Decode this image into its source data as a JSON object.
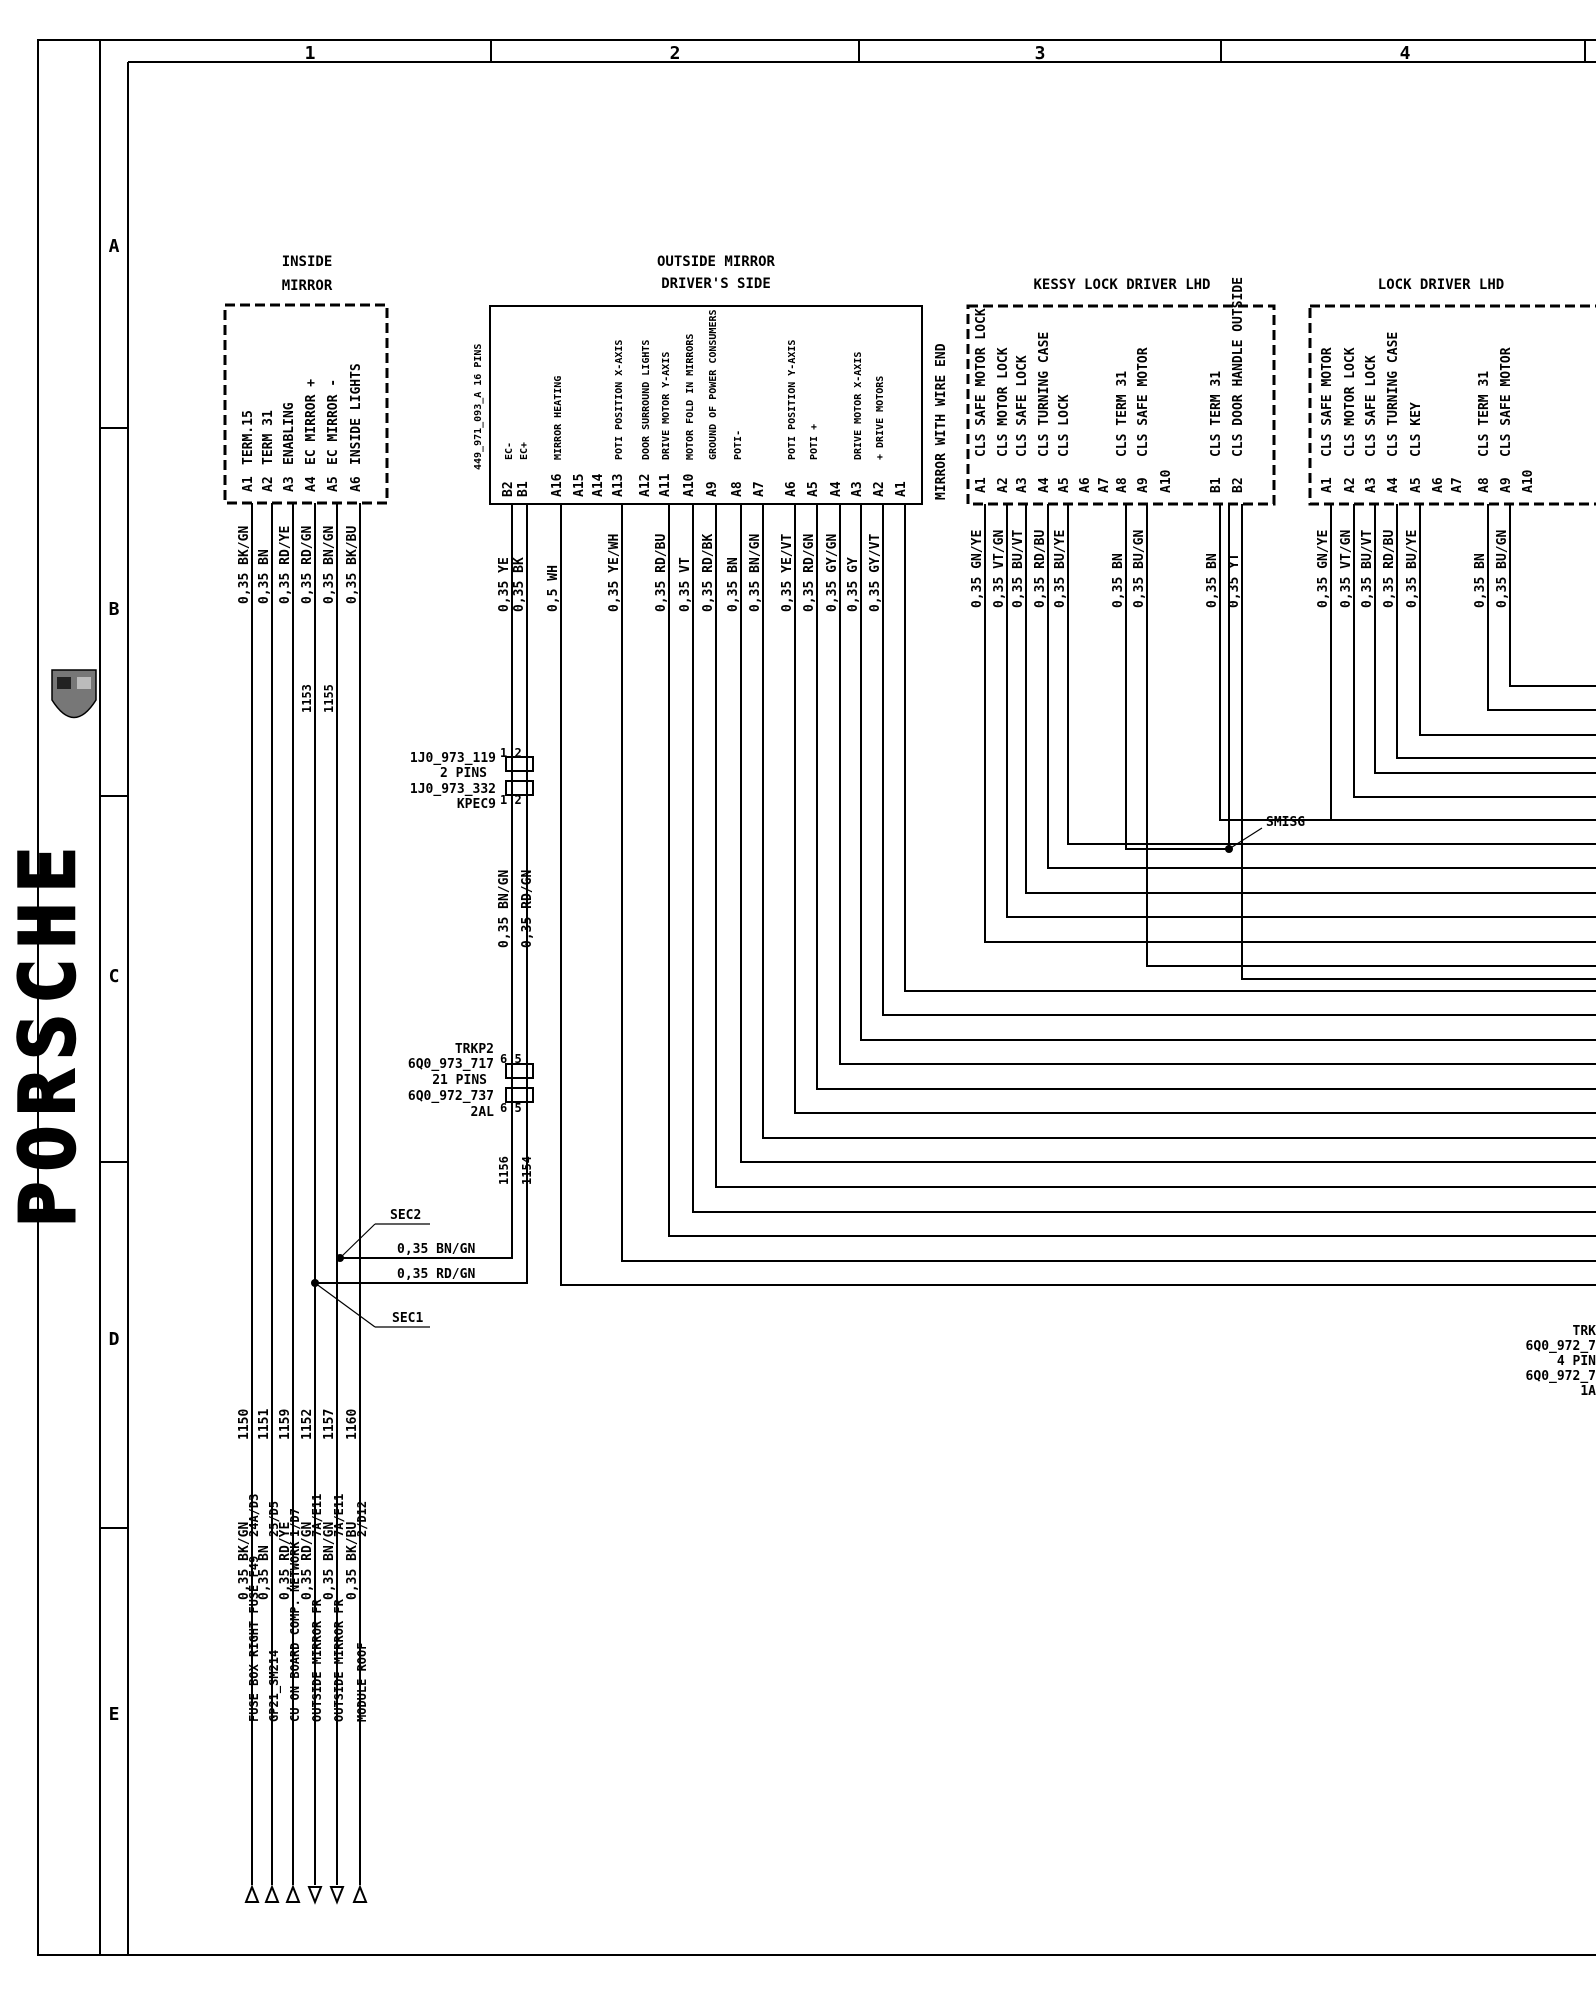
{
  "frame": {
    "columns": [
      "1",
      "2",
      "3",
      "4"
    ],
    "rows": [
      "A",
      "B",
      "C",
      "D",
      "E"
    ]
  },
  "logo": {
    "text": "PORSCHE"
  },
  "inside_mirror": {
    "title": [
      "INSIDE",
      "MIRROR"
    ],
    "pins": [
      {
        "pin": "A1",
        "label": "TERM.15",
        "wire": "0,35 BK/GN",
        "num": "1150",
        "dest_wire": "0,35 BK/GN",
        "dest": "FUSE BOX RIGHT FUSE F49",
        "ref": "24A/D3"
      },
      {
        "pin": "A2",
        "label": "TERM 31",
        "wire": "0,35 BN",
        "num": "1151",
        "dest_wire": "0,35 BN",
        "dest": "GP21_SM214",
        "ref": "25/D5"
      },
      {
        "pin": "A3",
        "label": "ENABLING",
        "wire": "0,35 RD/YE",
        "num": "1159",
        "dest_wire": "0,35 RD/YE",
        "dest": "CU ON BOARD COMP. NETWORK",
        "ref": "1/D7"
      },
      {
        "pin": "A4",
        "label": "EC MIRROR +",
        "wire": "0,35 RD/GN",
        "num": "1152",
        "dest_wire": "0,35 RD/GN",
        "dest": "OUTSIDE MIRROR FR",
        "ref": "7A/E11"
      },
      {
        "pin": "A5",
        "label": "EC MIRROR -",
        "wire": "0,35 BN/GN",
        "num": "1157",
        "dest_wire": "0,35 BN/GN",
        "dest": "OUTSIDE MIRROR FR",
        "ref": "7A/E11"
      },
      {
        "pin": "A6",
        "label": "INSIDE LIGHTS",
        "wire": "0,35 BK/BU",
        "num": "1160",
        "dest_wire": "0,35 BK/BU",
        "dest": "MODULE ROOF",
        "ref": "2/D12"
      }
    ],
    "mid_numbers": [
      "1153",
      "1155"
    ]
  },
  "outside_mirror": {
    "title": [
      "OUTSIDE MIRROR",
      "DRIVER'S SIDE"
    ],
    "part_no": "449_971_093_A  16  PINS",
    "side_note": "MIRROR WITH WIRE END",
    "pins": [
      {
        "pin": "B2",
        "label": "EC-",
        "wire": "0,35 YE"
      },
      {
        "pin": "B1",
        "label": "EC+",
        "wire": "0,35 BK"
      },
      {
        "pin": "A16",
        "label": "MIRROR HEATING",
        "wire": "0,5 WH"
      },
      {
        "pin": "A15",
        "label": "",
        "wire": ""
      },
      {
        "pin": "A14",
        "label": "",
        "wire": ""
      },
      {
        "pin": "A13",
        "label": "POTI POSITION X-AXIS",
        "wire": "0,35 YE/WH"
      },
      {
        "pin": "A12",
        "label": "DOOR SURROUND LIGHTS",
        "wire": ""
      },
      {
        "pin": "A11",
        "label": "DRIVE MOTOR Y-AXIS",
        "wire": "0,35 RD/BU"
      },
      {
        "pin": "A10",
        "label": "MOTOR FOLD IN MIRRORS",
        "wire": "0,35 VT"
      },
      {
        "pin": "A9",
        "label": "GROUND OF POWER CONSUMERS",
        "wire": "0,35 RD/BK"
      },
      {
        "pin": "A8",
        "label": "POTI-",
        "wire": "0,35 BN"
      },
      {
        "pin": "A7",
        "label": "",
        "wire": "0,35 BN/GN"
      },
      {
        "pin": "A6",
        "label": "POTI POSITION Y-AXIS",
        "wire": "0,35 YE/VT"
      },
      {
        "pin": "A5",
        "label": "POTI +",
        "wire": "0,35 RD/GN"
      },
      {
        "pin": "A4",
        "label": "",
        "wire": "0,35 GY/GN"
      },
      {
        "pin": "A3",
        "label": "DRIVE MOTOR X-AXIS",
        "wire": "0,35 GY"
      },
      {
        "pin": "A2",
        "label": "+ DRIVE MOTORS",
        "wire": "0,35 GY/VT"
      },
      {
        "pin": "A1",
        "label": "",
        "wire": ""
      }
    ]
  },
  "connectors": [
    {
      "lines": [
        "1J0_973_119",
        "2 PINS",
        "1J0_973_332",
        "KPEC9"
      ],
      "pins_top": "1  2",
      "pins_bot": "1  2"
    },
    {
      "lines": [
        "TRKP2",
        "6Q0_973_717",
        "21 PINS",
        "6Q0_972_737",
        "2AL"
      ],
      "pins_top": "6  5",
      "pins_bot": "6  5"
    }
  ],
  "mid_wires": [
    "0,35 BN/GN",
    "0,35 RD/GN"
  ],
  "mid_numbers": [
    "1156",
    "1154"
  ],
  "sec": {
    "sec2": "SEC2",
    "sec2_wire": "0,35 BN/GN",
    "sec1": "SEC1",
    "sec1_wire": "0,35 RD/GN"
  },
  "kessy_lock": {
    "title": "KESSY LOCK DRIVER LHD",
    "pins": [
      {
        "pin": "A1",
        "label": "CLS SAFE MOTOR LOCK",
        "wire": "0,35 GN/YE"
      },
      {
        "pin": "A2",
        "label": "CLS MOTOR LOCK",
        "wire": "0,35 VT/GN"
      },
      {
        "pin": "A3",
        "label": "CLS SAFE LOCK",
        "wire": "0,35 BU/VT"
      },
      {
        "pin": "A4",
        "label": "CLS TURNING CASE",
        "wire": "0,35 RD/BU"
      },
      {
        "pin": "A5",
        "label": "CLS LOCK",
        "wire": "0,35 BU/YE"
      },
      {
        "pin": "A6",
        "label": "",
        "wire": ""
      },
      {
        "pin": "A7",
        "label": "",
        "wire": ""
      },
      {
        "pin": "A8",
        "label": "CLS TERM 31",
        "wire": "0,35 BN"
      },
      {
        "pin": "A9",
        "label": "CLS SAFE MOTOR",
        "wire": "0,35 BU/GN"
      },
      {
        "pin": "A10",
        "label": "",
        "wire": ""
      },
      {
        "pin": "B1",
        "label": "CLS TERM 31",
        "wire": "0,35 BN"
      },
      {
        "pin": "B2",
        "label": "CLS DOOR HANDLE OUTSIDE",
        "wire": "0,35 YT"
      }
    ]
  },
  "lock_driver": {
    "title": "LOCK DRIVER LHD",
    "pins": [
      {
        "pin": "A1",
        "label": "CLS SAFE MOTOR",
        "wire": "0,35 GN/YE"
      },
      {
        "pin": "A2",
        "label": "CLS MOTOR LOCK",
        "wire": "0,35 VT/GN"
      },
      {
        "pin": "A3",
        "label": "CLS SAFE LOCK",
        "wire": "0,35 BU/VT"
      },
      {
        "pin": "A4",
        "label": "CLS TURNING CASE",
        "wire": "0,35 RD/BU"
      },
      {
        "pin": "A5",
        "label": "CLS KEY",
        "wire": "0,35 BU/YE"
      },
      {
        "pin": "A6",
        "label": "",
        "wire": ""
      },
      {
        "pin": "A7",
        "label": "",
        "wire": ""
      },
      {
        "pin": "A8",
        "label": "CLS TERM 31",
        "wire": "0,35 BN"
      },
      {
        "pin": "A9",
        "label": "CLS SAFE MOTOR",
        "wire": "0,35 BU/GN"
      },
      {
        "pin": "A10",
        "label": "",
        "wire": ""
      }
    ]
  },
  "smisg": "SMISG",
  "trk_partial": [
    "TRK",
    "6Q0_972_7",
    "4 PIN",
    "6Q0_972_7",
    "1A"
  ]
}
